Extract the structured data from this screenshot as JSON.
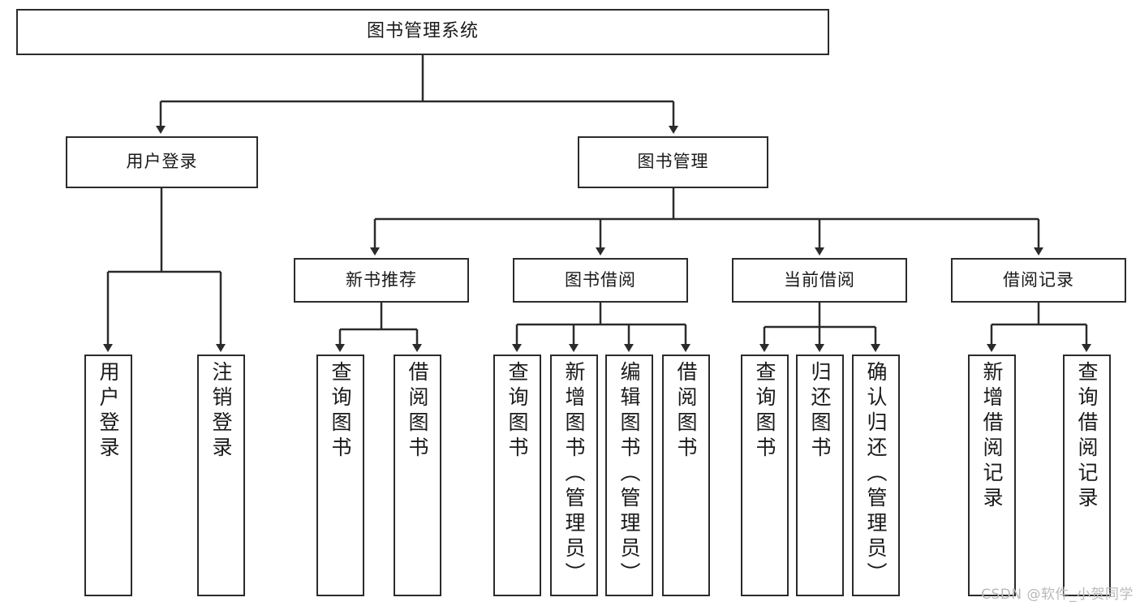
{
  "diagram": {
    "title": "图书管理系统",
    "watermark": "CSDN @软件_小贺同学"
  },
  "nodes": {
    "root": {
      "label": "图书管理系统"
    },
    "level1": [
      {
        "label": "用户登录"
      },
      {
        "label": "图书管理"
      }
    ],
    "level2": [
      {
        "label": "新书推荐"
      },
      {
        "label": "图书借阅"
      },
      {
        "label": "当前借阅"
      },
      {
        "label": "借阅记录"
      }
    ],
    "leaves": {
      "user_login": [
        {
          "label": "用户登录"
        },
        {
          "label": "注销登录"
        }
      ],
      "new_book": [
        {
          "label": "查询图书"
        },
        {
          "label": "借阅图书"
        }
      ],
      "borrow": [
        {
          "label": "查询图书"
        },
        {
          "label": "新增图书（管理员）"
        },
        {
          "label": "编辑图书（管理员）"
        },
        {
          "label": "借阅图书"
        }
      ],
      "current": [
        {
          "label": "查询图书"
        },
        {
          "label": "归还图书"
        },
        {
          "label": "确认归还（管理员）"
        }
      ],
      "records": [
        {
          "label": "新增借阅记录"
        },
        {
          "label": "查询借阅记录"
        }
      ]
    }
  },
  "colors": {
    "stroke": "#2b2b2b",
    "fill": "#ffffff",
    "text": "#1a1a1a",
    "watermark": "#b9b9b9"
  }
}
